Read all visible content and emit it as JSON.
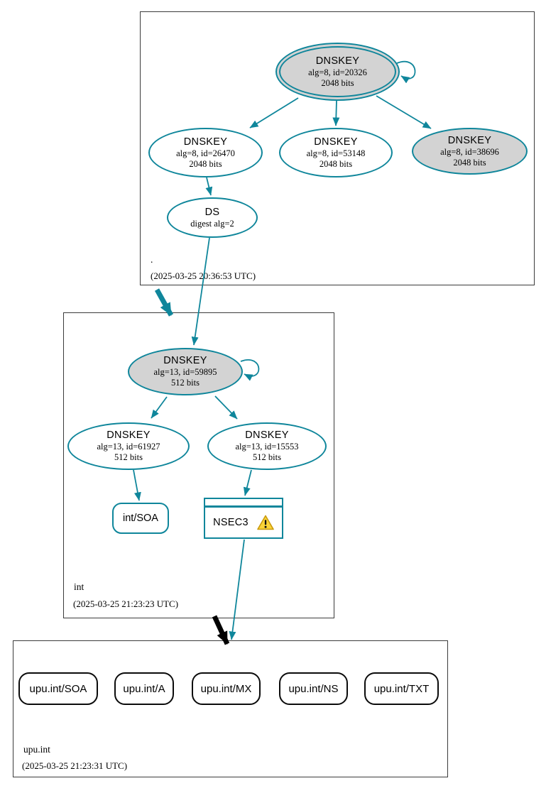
{
  "colors": {
    "secure_teal": "#0f869b",
    "insecure_black": "#000000",
    "key_fill_gray": "#d3d3d3",
    "warning_fill": "#fbd438",
    "warning_border": "#ca9a0c"
  },
  "zones": {
    "root": {
      "label": ".",
      "timestamp": "(2025-03-25 20:36:53 UTC)",
      "ksk": {
        "title": "DNSKEY",
        "detail1": "alg=8, id=20326",
        "detail2": "2048 bits"
      },
      "zsk1": {
        "title": "DNSKEY",
        "detail1": "alg=8, id=26470",
        "detail2": "2048 bits"
      },
      "zsk2": {
        "title": "DNSKEY",
        "detail1": "alg=8, id=53148",
        "detail2": "2048 bits"
      },
      "zsk3": {
        "title": "DNSKEY",
        "detail1": "alg=8, id=38696",
        "detail2": "2048 bits"
      },
      "ds": {
        "title": "DS",
        "detail1": "digest alg=2"
      }
    },
    "int": {
      "label": "int",
      "timestamp": "(2025-03-25 21:23:23 UTC)",
      "ksk": {
        "title": "DNSKEY",
        "detail1": "alg=13, id=59895",
        "detail2": "512 bits"
      },
      "zsk1": {
        "title": "DNSKEY",
        "detail1": "alg=13, id=61927",
        "detail2": "512 bits"
      },
      "zsk2": {
        "title": "DNSKEY",
        "detail1": "alg=13, id=15553",
        "detail2": "512 bits"
      },
      "soa": {
        "label": "int/SOA"
      },
      "nsec3": {
        "label": "NSEC3",
        "icon": "warning-triangle"
      }
    },
    "upu": {
      "label": "upu.int",
      "timestamp": "(2025-03-25 21:23:31 UTC)",
      "rrsets": [
        {
          "label": "upu.int/SOA"
        },
        {
          "label": "upu.int/A"
        },
        {
          "label": "upu.int/MX"
        },
        {
          "label": "upu.int/NS"
        },
        {
          "label": "upu.int/TXT"
        }
      ]
    }
  }
}
